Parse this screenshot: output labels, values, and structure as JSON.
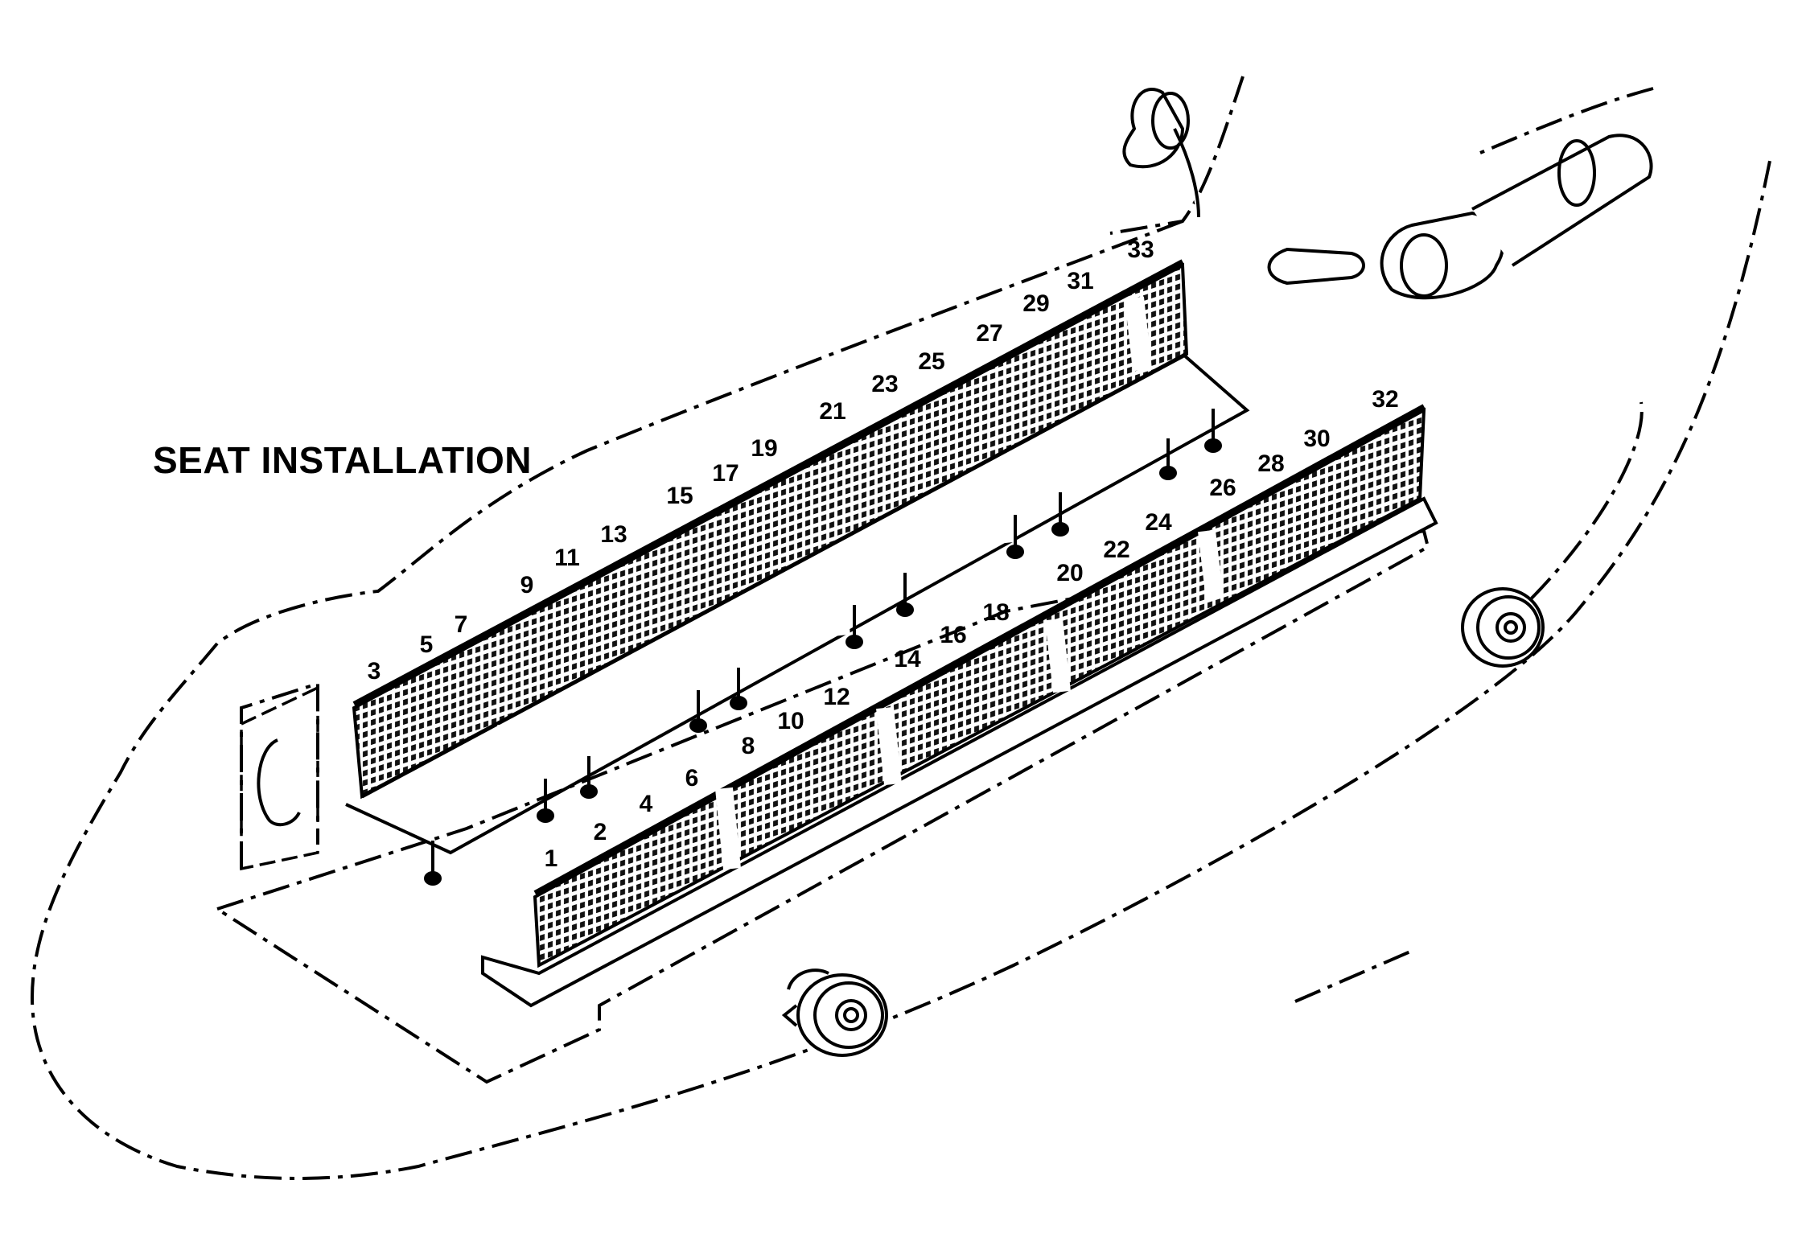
{
  "diagram": {
    "title": "SEAT INSTALLATION",
    "seat_numbers": [
      "1",
      "2",
      "3",
      "4",
      "5",
      "6",
      "7",
      "8",
      "9",
      "10",
      "11",
      "12",
      "13",
      "14",
      "15",
      "16",
      "17",
      "18",
      "19",
      "20",
      "21",
      "22",
      "23",
      "24",
      "25",
      "26",
      "27",
      "28",
      "29",
      "30",
      "31",
      "32",
      "33"
    ]
  }
}
